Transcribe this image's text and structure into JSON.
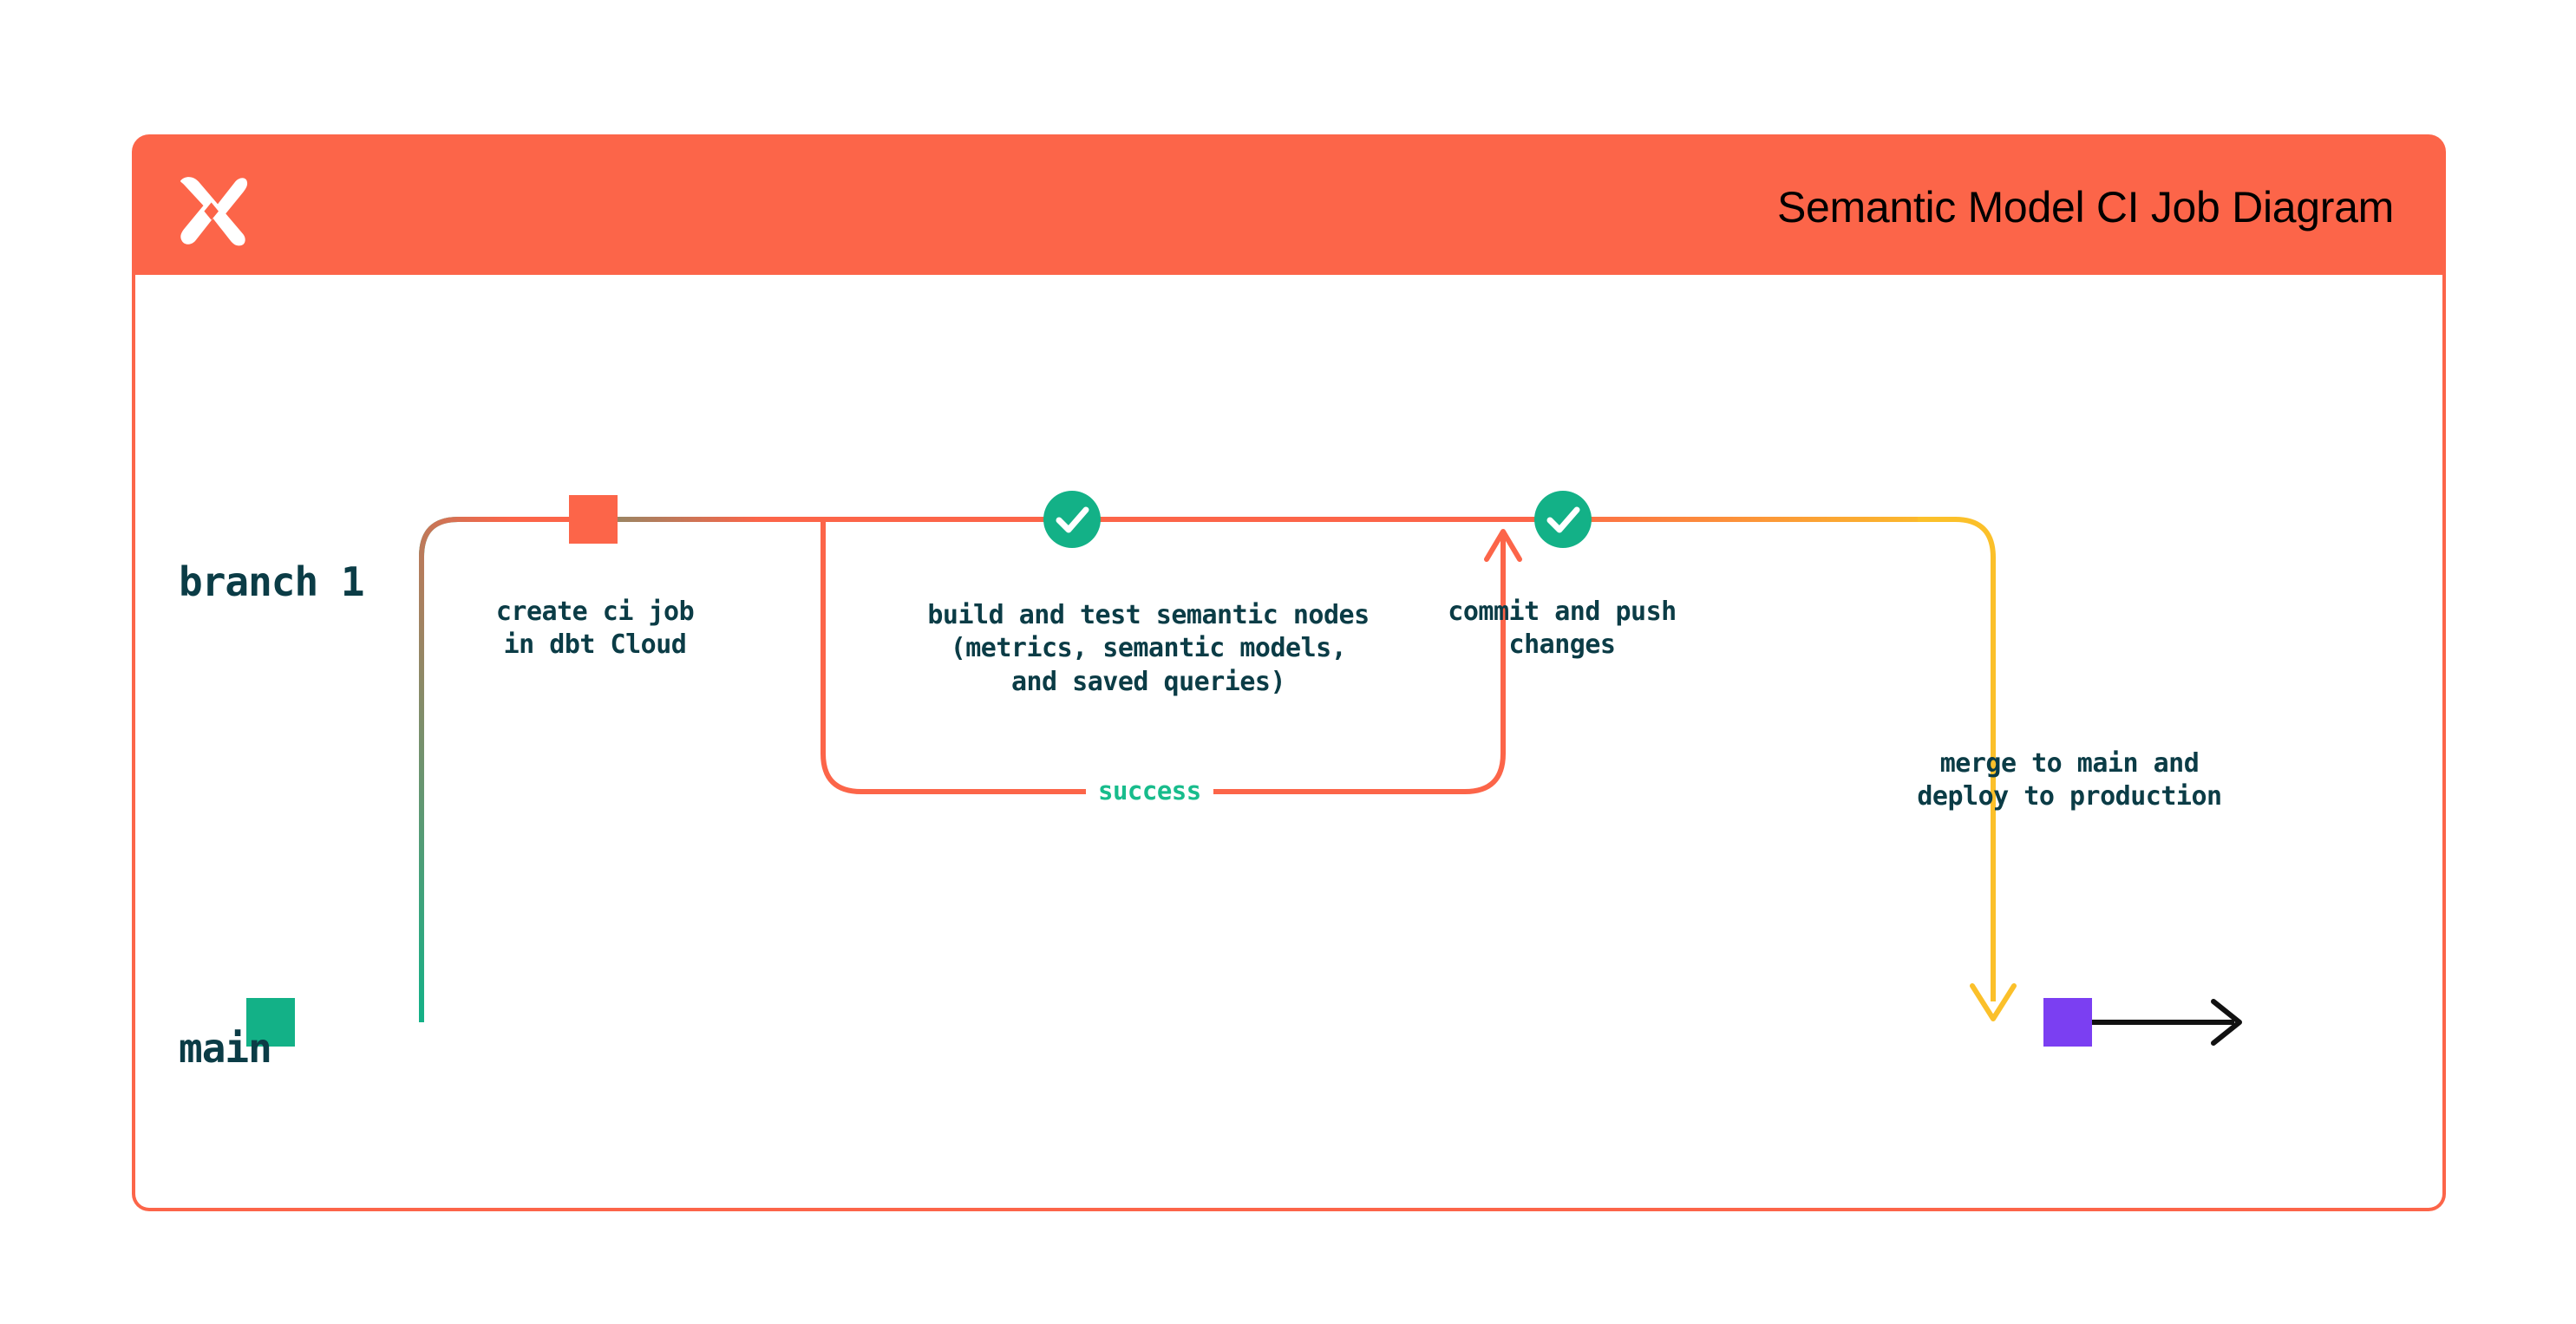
{
  "header": {
    "title": "Semantic Model CI Job Diagram",
    "logo_icon": "dbt-logo-icon",
    "background_color": "#FC6549"
  },
  "diagram": {
    "type": "git-branch-flow",
    "lanes": [
      {
        "name": "branch-1",
        "label": "branch 1",
        "color": "#FC6549"
      },
      {
        "name": "main",
        "label": "main",
        "color": "#13B187"
      }
    ],
    "nodes": [
      {
        "id": "main-start",
        "shape": "square",
        "color": "#13B187",
        "lane": "main",
        "label": ""
      },
      {
        "id": "create-ci-job",
        "shape": "square",
        "color": "#FC6549",
        "lane": "branch-1",
        "label_line1": "create ci job",
        "label_line2": "in dbt Cloud"
      },
      {
        "id": "build-and-test",
        "shape": "check-circle",
        "color": "#13B187",
        "lane": "branch-1",
        "label_line1": "build and test semantic nodes",
        "label_line2": "(metrics, semantic models,",
        "label_line3": "and saved queries)"
      },
      {
        "id": "commit-and-push",
        "shape": "check-circle",
        "color": "#13B187",
        "lane": "branch-1",
        "label_line1": "commit and push",
        "label_line2": "changes"
      },
      {
        "id": "merge-to-main",
        "shape": "square",
        "color": "#7B3FF2",
        "lane": "main",
        "label_line1": "merge to main and",
        "label_line2": "deploy to production"
      }
    ],
    "edges": [
      {
        "id": "loop-back",
        "label": "success",
        "color": "#FC6549",
        "label_color": "#18BC8C"
      },
      {
        "id": "merge-down",
        "label": "",
        "color": "#FBC02A"
      },
      {
        "id": "main-continue",
        "label": "",
        "color": "#111111"
      }
    ]
  }
}
